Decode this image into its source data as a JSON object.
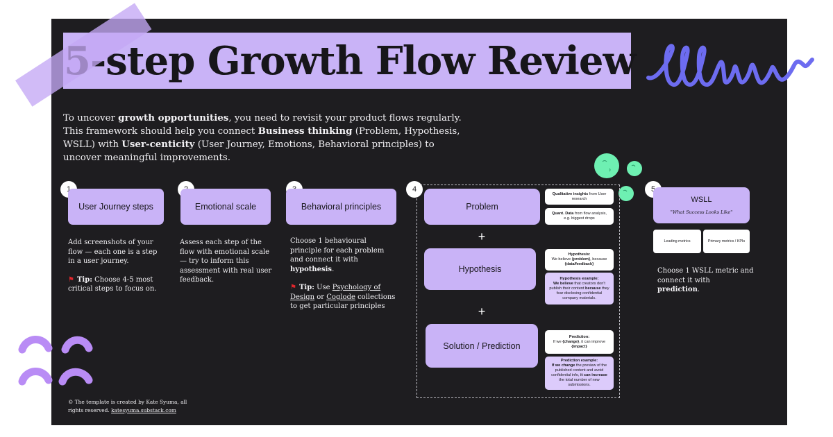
{
  "title": "5-step Growth Flow Review",
  "intro": {
    "p1": "To uncover ",
    "b1": "growth opportunities",
    "p2": ", you need to revisit your product flows regularly. This framework should help you connect ",
    "b2": "Business thinking",
    "p3": " (Problem, Hypothesis, WSLL) with ",
    "b3": "User-centicity",
    "p4": " (User Journey, Emotions, Behavioral principles) to uncover meaningful improvements."
  },
  "steps": [
    {
      "number": "1",
      "label": "User Journey steps",
      "desc": "Add screenshots of your flow — each one is a step in a user journey.",
      "tip_label": "Tip:",
      "tip_text": " Choose 4-5 most critical steps to focus on."
    },
    {
      "number": "2",
      "label": "Emotional scale",
      "desc": "Assess each step of the flow with emotional scale — try to inform this assessment with real user feedback."
    },
    {
      "number": "3",
      "label": "Behavioral principles",
      "desc_a": "Choose 1 behavioural principle for each problem and connect it with ",
      "desc_b": "hypothesis",
      "desc_c": ".",
      "tip_label": "Tip:",
      "tip_a": " Use ",
      "link1": "Psychology of Design",
      "tip_b": " or ",
      "link2": "Coglode",
      "tip_c": " collections to get particular principles"
    },
    {
      "number": "4",
      "problem": "Problem",
      "hypothesis": "Hypothesis",
      "solution": "Solution / Prediction",
      "plus": "+"
    },
    {
      "number": "5",
      "label": "WSLL",
      "subtitle": "\"What Success Looks Like\"",
      "metric1": "Leading metrics",
      "metric2": "Primary metrics / KPIs",
      "desc_a": "Choose 1 WSLL metric and connect it with ",
      "desc_b": "prediction",
      "desc_c": "."
    }
  ],
  "notes": {
    "qual_b": "Qualitative insights",
    "qual_r": " from User research",
    "quant_b": "Quant. Data",
    "quant_r": " from flow analysis, e.g. biggest drops",
    "hyp_title": "Hypothesis:",
    "hyp_l1a": "We believe ",
    "hyp_l1b": "{problem}",
    "hyp_l1c": ", because",
    "hyp_l2": "{data/feedback}",
    "hypex_title": "Hypothesis example:",
    "hypex_b1": "We believe",
    "hypex_t1": " that creators don't publish their content ",
    "hypex_b2": "because",
    "hypex_t2": " they fear disclosing confidential company materials.",
    "pred_title": "Prediction:",
    "pred_l1a": "If we ",
    "pred_l1b": "{change}",
    "pred_l1c": ", it can improve",
    "pred_l2": "{impact}",
    "predex_title": "Prediction example:",
    "predex_b1": "If we change",
    "predex_t1": " the preview of the published content and avoid confidential info, ",
    "predex_b2": "it can increase",
    "predex_t2": " the total number of new submissions."
  },
  "footer": {
    "line1": "© The template is created by Kate Syuma, all",
    "line2": "rights reserved. ",
    "link": "katesyuma.substack.com"
  },
  "colors": {
    "board": "#1e1d20",
    "lavender": "#c9b3f7",
    "light_lavender": "#dccbfb",
    "mint": "#6ef0b2",
    "blue_scribble": "#6d6cf0",
    "purple_arcs": "#b98cf5",
    "flag": "#e0262c"
  }
}
